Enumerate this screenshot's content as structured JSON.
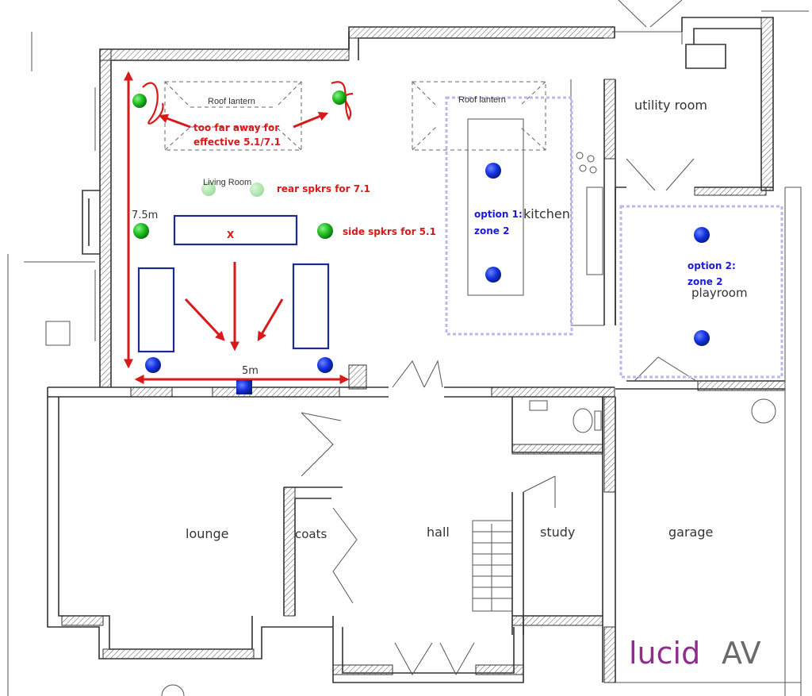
{
  "rooms": {
    "living_room": "Living Room",
    "roof_lantern_left": "Roof lantern",
    "roof_lantern_right": "Roof lantern",
    "kitchen": "kitchen",
    "utility_room": "utility room",
    "playroom": "playroom",
    "lounge": "lounge",
    "coats": "coats",
    "hall": "hall",
    "study": "study",
    "garage": "garage"
  },
  "annotations": {
    "too_far": [
      "too far away for",
      "effective 5.1/7.1"
    ],
    "rear_speakers": "rear spkrs for 7.1",
    "side_speakers": "side spkrs for 5.1",
    "option1": [
      "option 1:",
      "zone 2"
    ],
    "option2": [
      "option 2:",
      "zone 2"
    ],
    "dim_length": "7.5m",
    "dim_width": "5m",
    "seat_marker": "X"
  },
  "brand": {
    "word1": "lucid",
    "word2": "AV"
  },
  "colors": {
    "annotation_red": "#d81a1a",
    "zone_blue": "#1a1ad8",
    "speaker_green": "#22c422",
    "speaker_blue": "#1232e0",
    "zone_outline": "#b9b9f0",
    "brand_purple": "#8f2c8f",
    "brand_grey": "#6a6a6a"
  }
}
